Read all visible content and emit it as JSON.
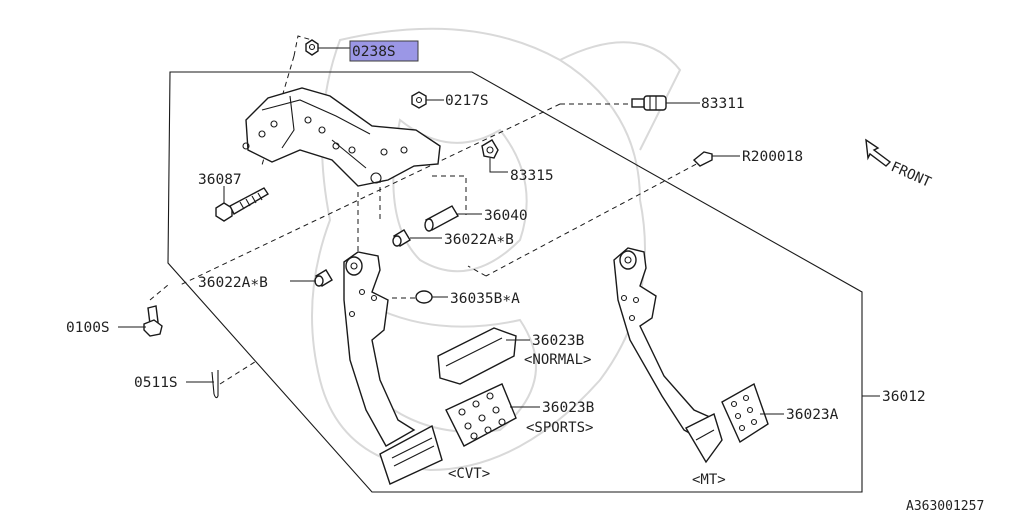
{
  "callouts": {
    "p0238s": "0238S",
    "p0217s": "0217S",
    "p83311": "83311",
    "p83315": "83315",
    "pR200018": "R200018",
    "p36087": "36087",
    "p36040": "36040",
    "p36022a_upper": "36022A∗B",
    "p36022a_lower": "36022A∗B",
    "p36035b": "36035B∗A",
    "p0100s": "0100S",
    "p0511s": "0511S",
    "p36023b_normal": "36023B",
    "p36023b_sports": "36023B",
    "p36023a": "36023A",
    "p36012": "36012"
  },
  "notes": {
    "normal": "<NORMAL>",
    "sports": "<SPORTS>",
    "cvt": "<CVT>",
    "mt": "<MT>",
    "front": "FRONT"
  },
  "highlight_color": "#9b97e6",
  "diagram_code": "A363001257"
}
